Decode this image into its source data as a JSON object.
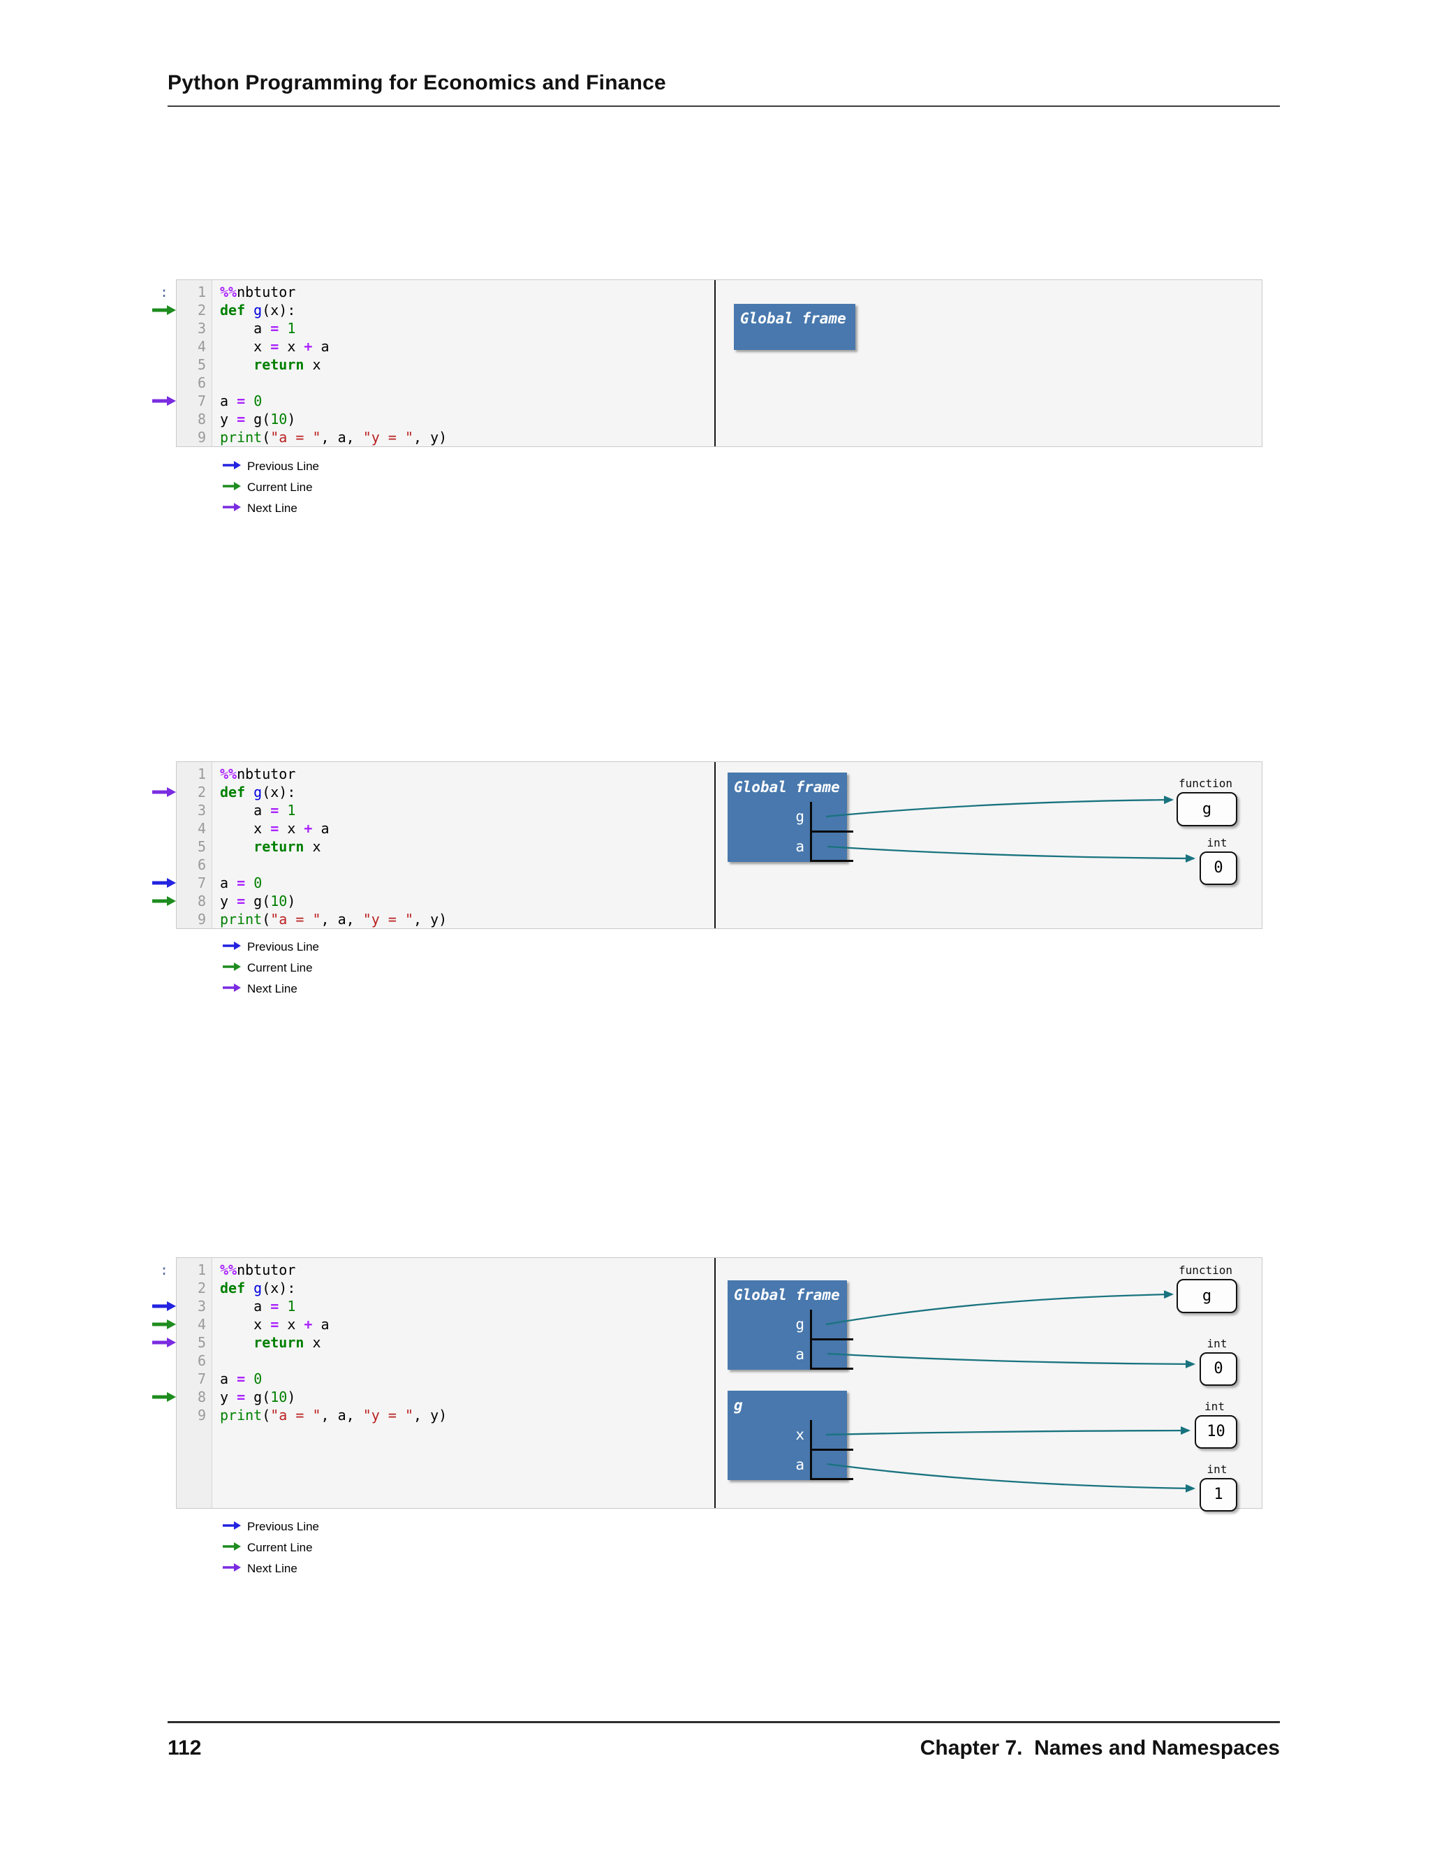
{
  "page": {
    "header_title": "Python Programming for Economics and Finance",
    "footer_page_number": "112",
    "footer_chapter": "Chapter 7.  Names and Namespaces"
  },
  "colors": {
    "previous": "#2323e0",
    "current": "#1e8c1e",
    "next": "#7a2ce0",
    "frame_blue": "#4878ad",
    "ref_arrow_teal": "#19737f",
    "operator_purple": "#AA22FF",
    "keyword_green": "#008000",
    "string_red": "#BA2121",
    "function_name_blue": "#0000e0"
  },
  "legend": [
    {
      "kind": "previous",
      "label": "Previous Line"
    },
    {
      "kind": "current",
      "label": "Current Line"
    },
    {
      "kind": "next",
      "label": "Next Line"
    }
  ],
  "code_lines": [
    [
      [
        "o",
        "%%"
      ],
      [
        "p",
        "nbtutor"
      ]
    ],
    [
      [
        "k",
        "def"
      ],
      [
        "p",
        " "
      ],
      [
        "n",
        "g"
      ],
      [
        "p",
        "(x):"
      ]
    ],
    [
      [
        "p",
        "    a "
      ],
      [
        "o",
        "="
      ],
      [
        "p",
        " "
      ],
      [
        "d",
        "1"
      ]
    ],
    [
      [
        "p",
        "    x "
      ],
      [
        "o",
        "="
      ],
      [
        "p",
        " x "
      ],
      [
        "o",
        "+"
      ],
      [
        "p",
        " a"
      ]
    ],
    [
      [
        "p",
        "    "
      ],
      [
        "k",
        "return"
      ],
      [
        "p",
        " x"
      ]
    ],
    [],
    [
      [
        "p",
        "a "
      ],
      [
        "o",
        "="
      ],
      [
        "p",
        " "
      ],
      [
        "d",
        "0"
      ]
    ],
    [
      [
        "p",
        "y "
      ],
      [
        "o",
        "="
      ],
      [
        "p",
        " g("
      ],
      [
        "d",
        "10"
      ],
      [
        "p",
        ")"
      ]
    ],
    [
      [
        "b",
        "print"
      ],
      [
        "p",
        "("
      ],
      [
        "s",
        "\"a = \""
      ],
      [
        "p",
        ", a, "
      ],
      [
        "s",
        "\"y = \""
      ],
      [
        "p",
        ", y)"
      ]
    ]
  ],
  "panels": [
    {
      "name": "step-1",
      "prompt": ":",
      "exec_arrows": {
        "2": "current",
        "7": "next"
      },
      "viz": {
        "frames": [
          {
            "title": "Global frame",
            "vars": []
          }
        ],
        "objects": []
      }
    },
    {
      "name": "step-2",
      "prompt": "",
      "exec_arrows": {
        "2": "next",
        "7": "previous",
        "8": "current"
      },
      "viz": {
        "frames": [
          {
            "title": "Global frame",
            "vars": [
              "g",
              "a"
            ]
          }
        ],
        "objects": [
          {
            "type": "function",
            "value": "g"
          },
          {
            "type": "int",
            "value": "0"
          }
        ]
      }
    },
    {
      "name": "step-3",
      "prompt": ":",
      "exec_arrows": {
        "3": "previous",
        "4": "current",
        "5": "next",
        "8": "current"
      },
      "viz": {
        "frames": [
          {
            "title": "Global frame",
            "vars": [
              "g",
              "a"
            ]
          },
          {
            "title": "g",
            "vars": [
              "x",
              "a"
            ]
          }
        ],
        "objects": [
          {
            "type": "function",
            "value": "g"
          },
          {
            "type": "int",
            "value": "0"
          },
          {
            "type": "int",
            "value": "10"
          },
          {
            "type": "int",
            "value": "1"
          }
        ]
      }
    }
  ]
}
